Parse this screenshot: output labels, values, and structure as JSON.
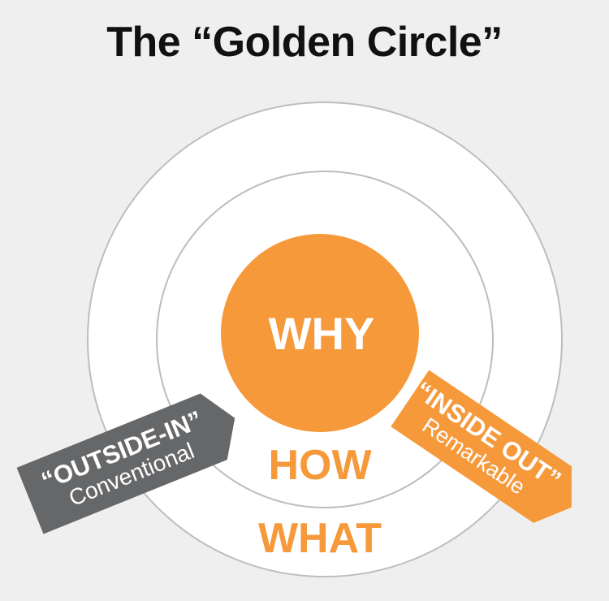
{
  "title": "The “Golden Circle”",
  "rings": {
    "inner_label": "WHY",
    "middle_label": "HOW",
    "outer_label": "WHAT"
  },
  "arrows": {
    "outside_in": {
      "title": "“OUTSIDE-IN”",
      "subtitle": "Conventional"
    },
    "inside_out": {
      "title": "“INSIDE OUT”",
      "subtitle": "Remarkable"
    }
  },
  "colors": {
    "background": "#efefef",
    "orange": "#f6993a",
    "ring_fill": "#ffffff",
    "ring_stroke": "#bdbdbd",
    "gray_arrow": "#666769",
    "title_text": "#111111"
  }
}
